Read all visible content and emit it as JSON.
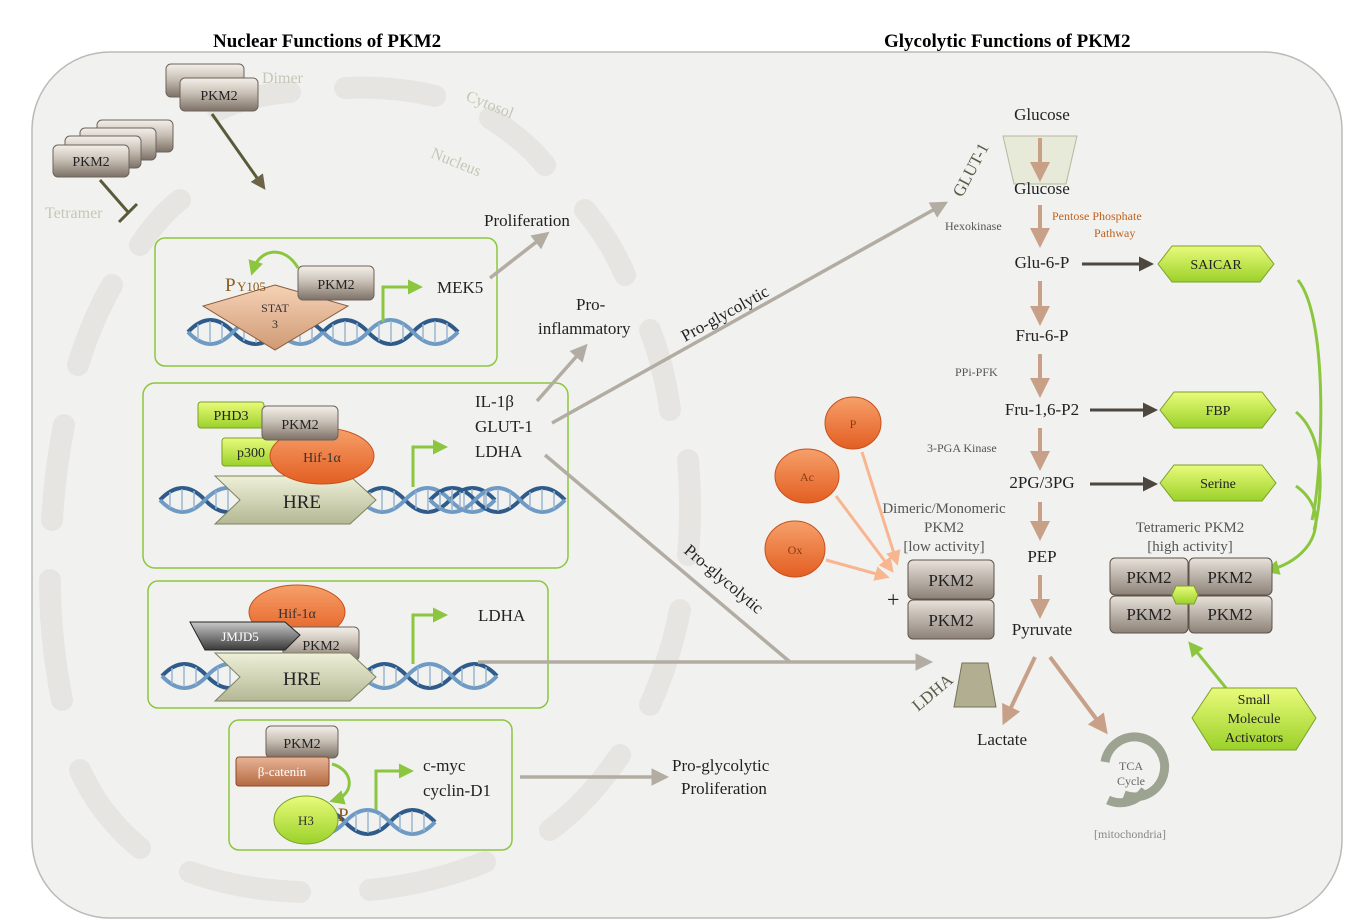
{
  "titles": {
    "nuclear": "Nuclear Functions of PKM2",
    "glycolytic": "Glycolytic Functions of PKM2"
  },
  "compartments": {
    "cytosol": "Cytosol",
    "nucleus": "Nucleus",
    "dimer": "Dimer",
    "tetramer": "Tetramer",
    "mitochondria": "[mitochondria]"
  },
  "proteins": {
    "pkm2": "PKM2",
    "stat3_line1": "STAT",
    "stat3_line2": "3",
    "py105_p": "P",
    "py105_y": "Y105",
    "phd3": "PHD3",
    "p300": "p300",
    "hif1a": "Hif-1α",
    "jmjd5": "JMJD5",
    "beta_catenin": "β-catenin",
    "h3": "H3",
    "p": "P",
    "hre": "HRE"
  },
  "targets": {
    "mek5": "MEK5",
    "il1b": "IL-1β",
    "glut1": "GLUT-1",
    "ldha": "LDHA",
    "cmyc": "c-myc",
    "cyclin_d1": "cyclin-D1"
  },
  "outcomes": {
    "proliferation": "Proliferation",
    "pro_inflammatory_1": "Pro-",
    "pro_inflammatory_2": "inflammatory",
    "pro_glycolytic": "Pro-glycolytic",
    "pro_glycolytic_prolif_1": "Pro-glycolytic",
    "pro_glycolytic_prolif_2": "Proliferation"
  },
  "pathway": {
    "glucose_out": "Glucose",
    "glut1_label": "GLUT-1",
    "glucose_in": "Glucose",
    "hexokinase": "Hexokinase",
    "ppp_1": "Pentose Phosphate",
    "ppp_2": "Pathway",
    "glu6p": "Glu-6-P",
    "fru6p": "Fru-6-P",
    "ppi_pfk": "PPi-PFK",
    "fru16p2": "Fru-1,6-P2",
    "pga_kinase": "3-PGA Kinase",
    "pg23": "2PG/3PG",
    "pep": "PEP",
    "pyruvate": "Pyruvate",
    "ldha_label": "LDHA",
    "lactate": "Lactate",
    "tca_1": "TCA",
    "tca_2": "Cycle"
  },
  "regulators": {
    "saicar": "SAICAR",
    "fbp": "FBP",
    "serine": "Serine",
    "p": "P",
    "ac": "Ac",
    "ox": "Ox",
    "plus": "+",
    "dimeric_1": "Dimeric/Monomeric",
    "dimeric_2": "PKM2",
    "dimeric_3": "[low activity]",
    "tetrameric_1": "Tetrameric PKM2",
    "tetrameric_2": "[high activity]",
    "sma_1": "Small",
    "sma_2": "Molecule",
    "sma_3": "Activators"
  },
  "colors": {
    "green": "#8cc63f",
    "lime": "#c6ef3a",
    "brown_arrow": "#c8a088",
    "gray_arrow": "#b2aca3",
    "dark_arrow": "#4d4740",
    "pkm2_box": "#8a7f74",
    "orange": "#f07f3a",
    "cell_fill": "#f1f2f0"
  }
}
